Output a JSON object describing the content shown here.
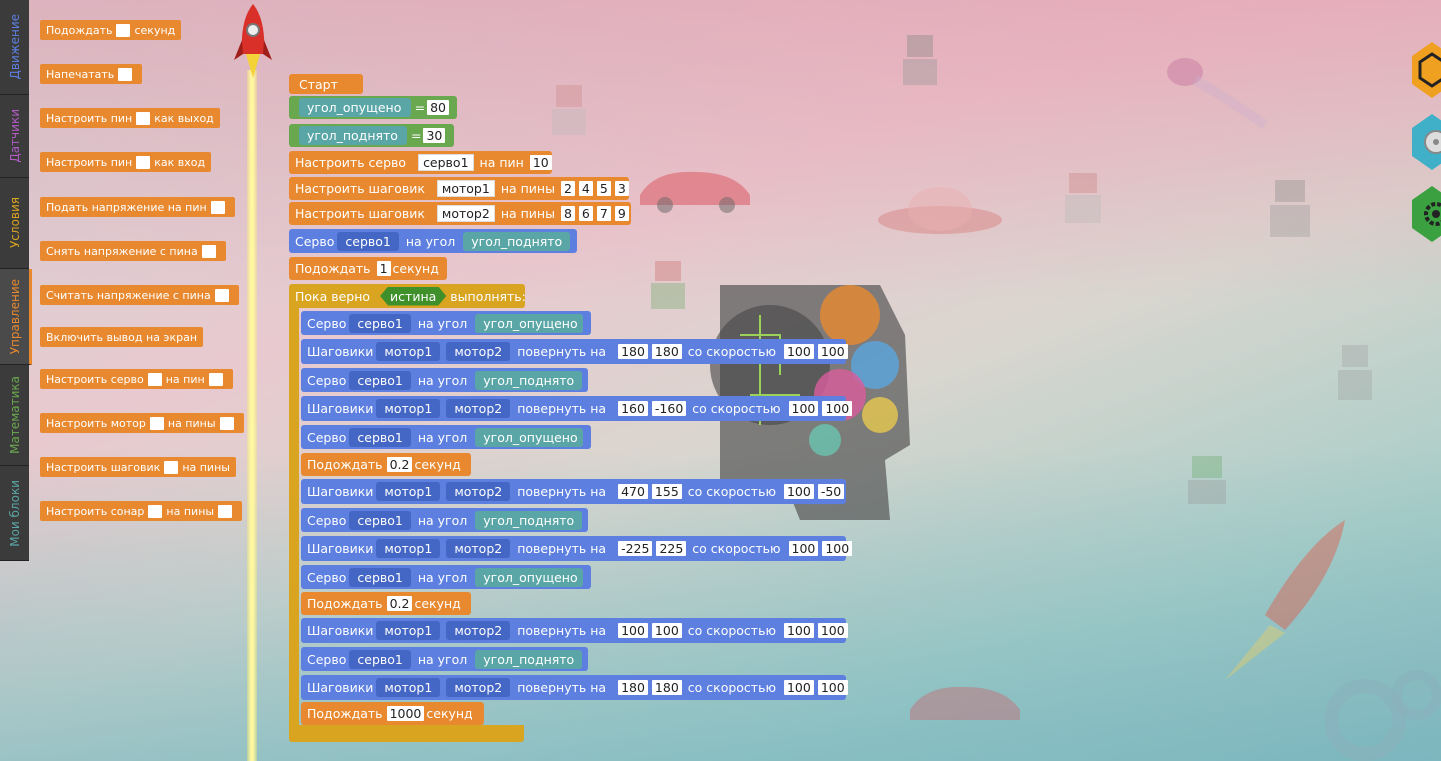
{
  "tabs": [
    {
      "label": "Движение",
      "color": "#5c7fe0"
    },
    {
      "label": "Датчики",
      "color": "#b05cc4"
    },
    {
      "label": "Условия",
      "color": "#d9a420"
    },
    {
      "label": "Управление",
      "color": "#e8892f"
    },
    {
      "label": "Математика",
      "color": "#6aa84f"
    },
    {
      "label": "Мои блоки",
      "color": "#5aa6a6"
    }
  ],
  "palette": {
    "wait": {
      "a": "Подождать",
      "b": "секунд"
    },
    "print": {
      "a": "Напечатать"
    },
    "pin_out": {
      "a": "Настроить пин",
      "b": "как выход"
    },
    "pin_in": {
      "a": "Настроить пин",
      "b": "как вход"
    },
    "pin_high": {
      "a": "Подать напряжение на пин"
    },
    "pin_low": {
      "a": "Снять напряжение с пина"
    },
    "pin_read": {
      "a": "Считать напряжение с пина"
    },
    "screen": {
      "a": "Включить вывод на экран"
    },
    "servo": {
      "a": "Настроить серво",
      "b": "на пин"
    },
    "motor": {
      "a": "Настроить мотор",
      "b": "на пины"
    },
    "stepper": {
      "a": "Настроить шаговик",
      "b": "на пины"
    },
    "sonar": {
      "a": "Настроить сонар",
      "b": "на пины"
    }
  },
  "program": {
    "start": "Старт",
    "set1": {
      "var": "угол_опущено",
      "eq": "=",
      "val": "80"
    },
    "set2": {
      "var": "угол_поднято",
      "eq": "=",
      "val": "30"
    },
    "cfg_servo": {
      "a": "Настроить серво",
      "name": "серво1",
      "b": "на пин",
      "pin": "10"
    },
    "cfg_st1": {
      "a": "Настроить шаговик",
      "name": "мотор1",
      "b": "на пины",
      "p": [
        "2",
        "4",
        "5",
        "3"
      ]
    },
    "cfg_st2": {
      "a": "Настроить шаговик",
      "name": "мотор2",
      "b": "на пины",
      "p": [
        "8",
        "6",
        "7",
        "9"
      ]
    },
    "servo_init": {
      "a": "Серво",
      "name": "серво1",
      "b": "на угол",
      "var": "угол_поднято"
    },
    "wait_init": {
      "a": "Подождать",
      "val": "1",
      "b": "секунд"
    },
    "loop": {
      "a": "Пока верно",
      "cond": "истина",
      "b": "выполнять:"
    },
    "words": {
      "servo": "Серво",
      "on_angle": "на угол",
      "steppers": "Шаговики",
      "rotate": "повернуть на",
      "speed": "со скоростью",
      "wait": "Подождать",
      "sec": "секунд",
      "s1": "серво1",
      "m1": "мотор1",
      "m2": "мотор2",
      "down": "угол_опущено",
      "up": "угол_поднято"
    },
    "body": [
      {
        "kind": "servo",
        "var": "угол_опущено"
      },
      {
        "kind": "step",
        "r": [
          "180",
          "180"
        ],
        "s": [
          "100",
          "100"
        ]
      },
      {
        "kind": "servo",
        "var": "угол_поднято"
      },
      {
        "kind": "step",
        "r": [
          "160",
          "-160"
        ],
        "s": [
          "100",
          "100"
        ]
      },
      {
        "kind": "servo",
        "var": "угол_опущено"
      },
      {
        "kind": "wait",
        "val": "0.2"
      },
      {
        "kind": "step",
        "r": [
          "470",
          "155"
        ],
        "s": [
          "100",
          "-50"
        ]
      },
      {
        "kind": "servo",
        "var": "угол_поднято"
      },
      {
        "kind": "step",
        "r": [
          "-225",
          "225"
        ],
        "s": [
          "100",
          "100"
        ]
      },
      {
        "kind": "servo",
        "var": "угол_опущено"
      },
      {
        "kind": "wait",
        "val": "0.2"
      },
      {
        "kind": "step",
        "r": [
          "100",
          "100"
        ],
        "s": [
          "100",
          "100"
        ]
      },
      {
        "kind": "servo",
        "var": "угол_поднято"
      },
      {
        "kind": "step",
        "r": [
          "180",
          "180"
        ],
        "s": [
          "100",
          "100"
        ]
      },
      {
        "kind": "wait",
        "val": "1000"
      }
    ]
  }
}
